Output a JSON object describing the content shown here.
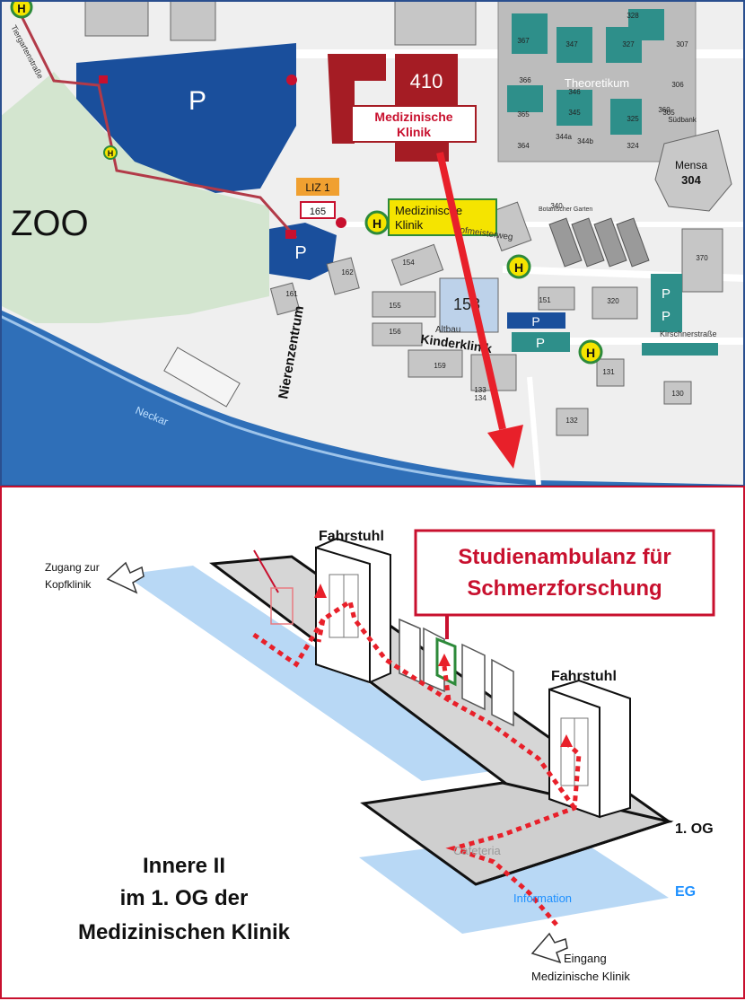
{
  "map": {
    "zoo": "ZOO",
    "street_tiergarten": "Tiergartenstraße",
    "street_hofmeister": "Hofmeisterweg",
    "street_kirschner": "Kirschnerstraße",
    "river": "Neckar",
    "theoretikum": "Theoretikum",
    "mensa_name": "Mensa",
    "mensa_number": "304",
    "building_410": "410",
    "medizinische_klinik_label": "Medizinische\nKlinik",
    "bus_stop_label": "Medizinische\nKlinik",
    "bus_stop_glyph": "H",
    "parking_glyph": "P",
    "liz": "LIZ 1",
    "nierenzentrum": "Nierenzentrum",
    "kinderklinik": "Kinderklinik",
    "altbau": "Altbau",
    "botanischer_garten": "Botanischer Garten",
    "building_numbers": [
      "367",
      "347",
      "327",
      "307",
      "366",
      "346",
      "306",
      "365",
      "345",
      "325",
      "305",
      "364",
      "344a",
      "344b",
      "324",
      "328",
      "165",
      "162",
      "161",
      "155",
      "156",
      "154",
      "153",
      "151",
      "159",
      "133",
      "134",
      "131",
      "132",
      "130",
      "340",
      "320",
      "370",
      "360",
      "Südbank"
    ]
  },
  "floorplan": {
    "fahrstuhl_left": "Fahrstuhl",
    "fahrstuhl_right": "Fahrstuhl",
    "callout_line1": "Studienambulanz für",
    "callout_line2": "Schmerzforschung",
    "zugang_line1": "Zugang zur",
    "zugang_line2": "Kopfklinik",
    "floor_og": "1. OG",
    "floor_eg": "EG",
    "cafeteria": "Cafeteria",
    "information": "Information",
    "eingang_line1": "Eingang",
    "eingang_line2": "Medizinische Klinik",
    "caption_line1": "Innere II",
    "caption_line2": "im 1. OG der",
    "caption_line3": "Medizinischen Klinik"
  },
  "colors": {
    "frame_blue": "#2a4f8f",
    "frame_red": "#c8102e",
    "parking_blue": "#1a4f9c",
    "zoo_green": "#d3e5cf",
    "river_blue": "#2f6fb8",
    "building_red": "#a51c24",
    "teal": "#2e8f8a",
    "route_red": "#e8202a",
    "floor_blue": "#b8d8f5",
    "floor_grey": "#cfcfcf"
  }
}
